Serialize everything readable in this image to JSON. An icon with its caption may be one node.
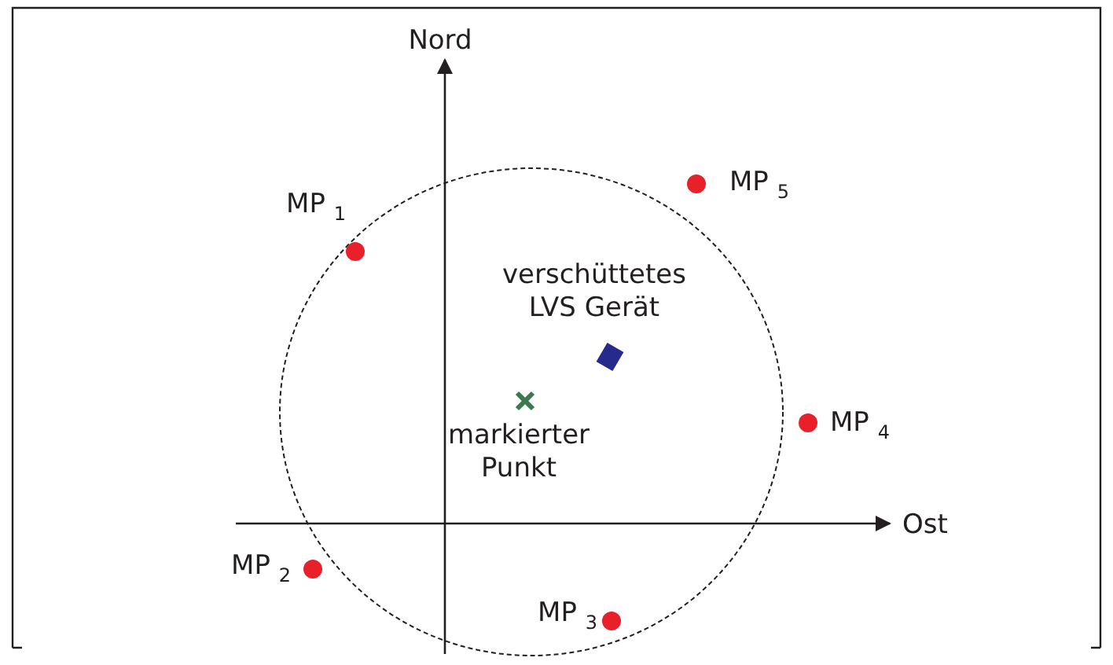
{
  "diagram": {
    "labels": [
      "Nord",
      "MP $_{1}$",
      "MP $_{5}$",
      "verschüttetes LVS Gerät",
      "markierter Punkt",
      "MP $_{4}$",
      "Ost",
      "MP $_{2}$",
      "MP $_{3}$"
    ]
  }
}
